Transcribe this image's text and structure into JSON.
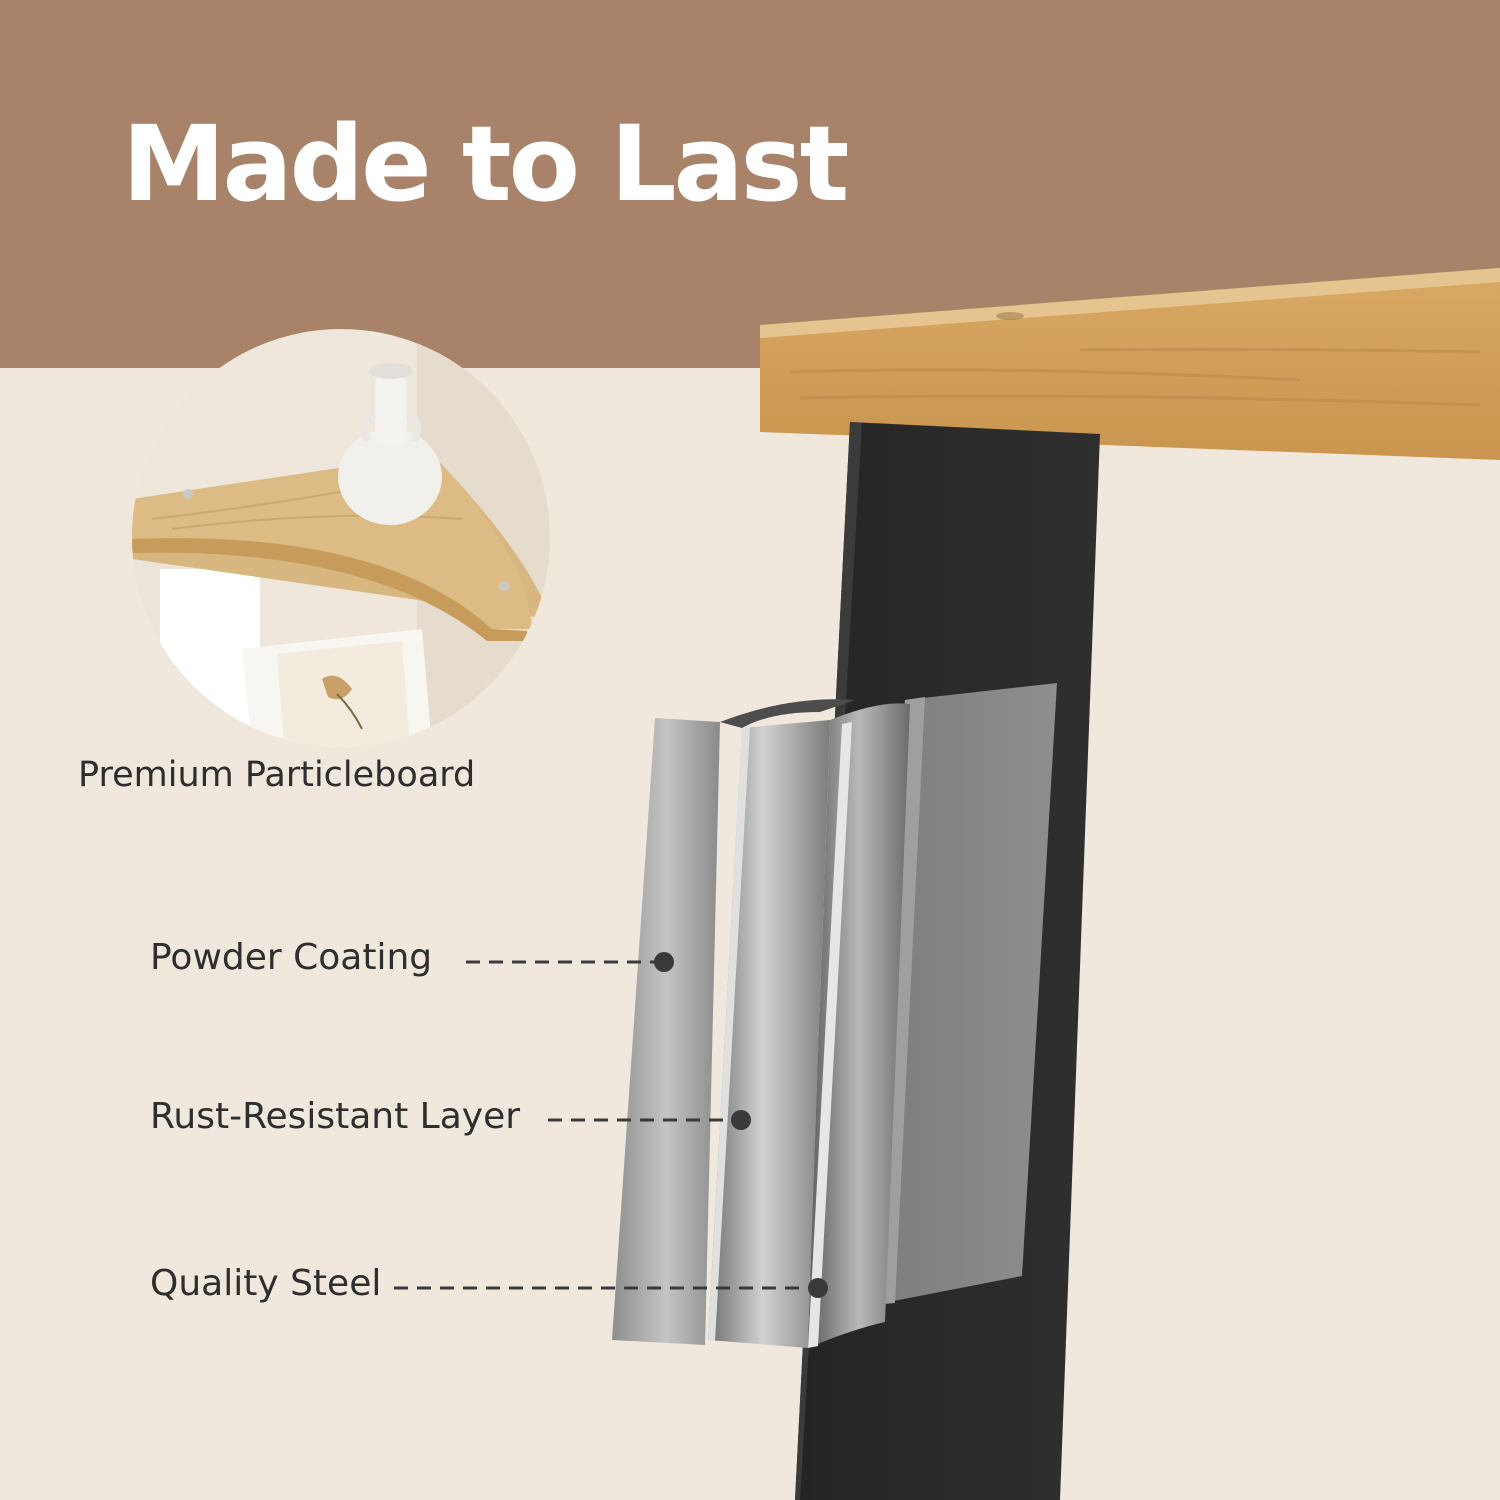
{
  "title": "Made to Last",
  "inset_caption": "Premium Particleboard",
  "callouts": [
    {
      "label": "Powder Coating"
    },
    {
      "label": "Rust-Resistant Layer"
    },
    {
      "label": "Quality Steel"
    }
  ],
  "colors": {
    "header_band": "#a8836a",
    "background": "#f1e8dd",
    "wood": "#d7ad6f",
    "leg": "#2a2a2a",
    "steel": "#a9a9a9",
    "text": "#2e2e2e"
  }
}
